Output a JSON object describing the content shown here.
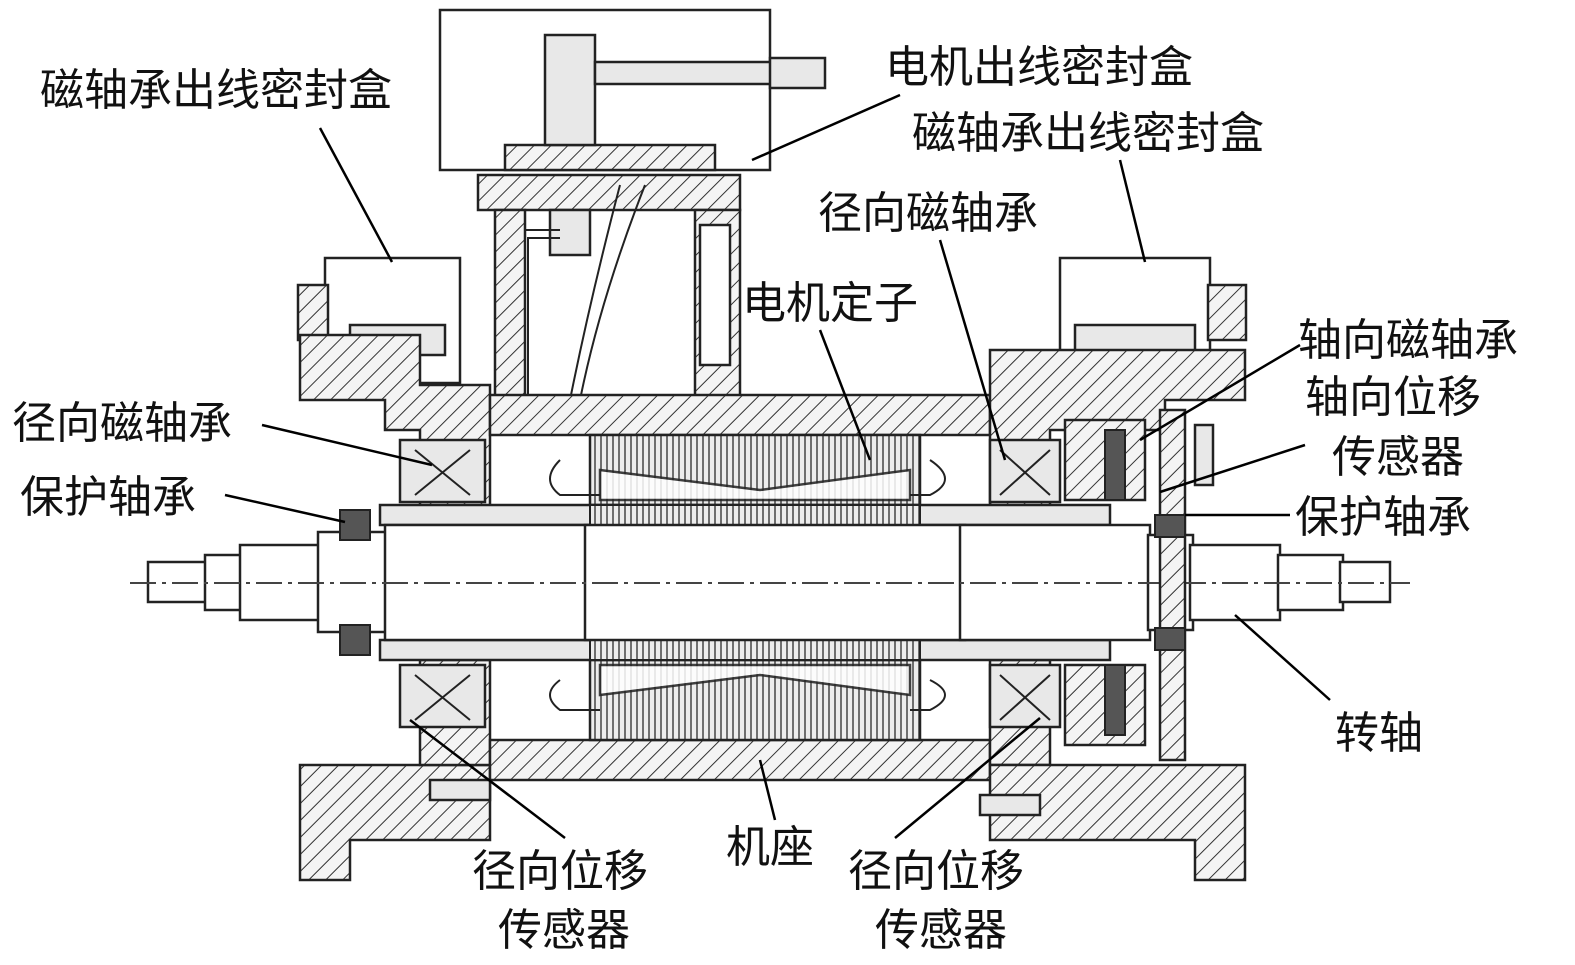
{
  "labels": {
    "mb_outlet_box_left": "磁轴承出线密封盒",
    "motor_outlet_box": "电机出线密封盒",
    "mb_outlet_box_right": "磁轴承出线密封盒",
    "radial_mb_top": "径向磁轴承",
    "motor_stator": "电机定子",
    "axial_mb": "轴向磁轴承",
    "axial_sensor_line1": "轴向位移",
    "axial_sensor_line2": "传感器",
    "radial_mb_left": "径向磁轴承",
    "protect_bearing_left": "保护轴承",
    "protect_bearing_right": "保护轴承",
    "shaft": "转轴",
    "housing": "机座",
    "radial_sensor_left_line1": "径向位移",
    "radial_sensor_left_line2": "传感器",
    "radial_sensor_right_line1": "径向位移",
    "radial_sensor_right_line2": "传感器"
  }
}
